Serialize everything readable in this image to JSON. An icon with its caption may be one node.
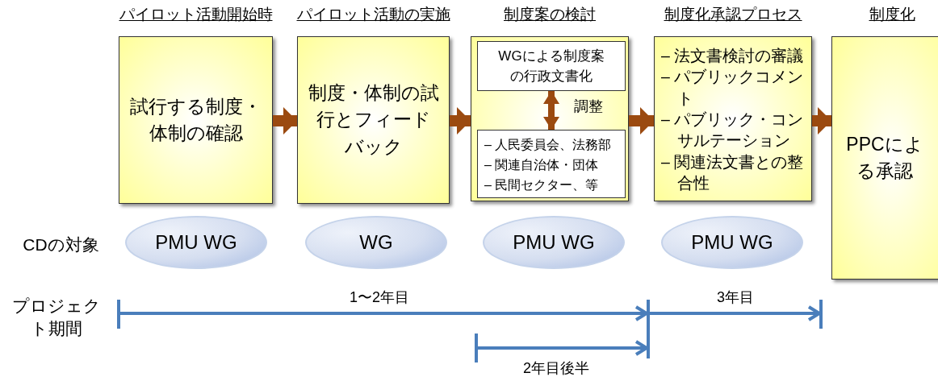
{
  "diagram": {
    "nodes": [
      {
        "text": [
          "パイロット活動開始時",
          "試行する制度・体制の確認"
        ]
      },
      {
        "text": [
          "パイロット活動の実施",
          "制度・体制の試行とフィードバック"
        ]
      },
      {
        "text": [
          "制度案の検討"
        ]
      },
      {
        "text": [
          "WGによる制度案の行政文書化"
        ],
        "in": 2
      },
      {
        "text": [
          "– 人民委員会、法務部",
          "– 関連自治体・団体",
          "– 民間セクター、等"
        ],
        "in": 2
      },
      {
        "text": [
          "制度化承認プロセス",
          "– 法文書検討の審議",
          "– パブリックコメント",
          "– パブリック・コンサルテーション",
          "– 関連法文書との整合性"
        ]
      },
      {
        "text": [
          "制度化",
          "PPCによる承認"
        ]
      },
      {
        "text": [
          "PMU WG"
        ]
      },
      {
        "text": [
          "WG"
        ]
      },
      {
        "text": [
          "PMU WG"
        ]
      },
      {
        "text": [
          "PMU WG"
        ]
      },
      {
        "text": [],
        "shape": "bar"
      },
      {
        "text": [],
        "shape": "bar"
      },
      {
        "text": [],
        "shape": "bar"
      },
      {
        "text": [],
        "shape": "bar"
      }
    ],
    "edges": [
      {
        "from": 0,
        "to": 1,
        "arrow": "to"
      },
      {
        "from": 1,
        "to": 2,
        "arrow": "to"
      },
      {
        "from": 2,
        "to": 5,
        "arrow": "to"
      },
      {
        "from": 5,
        "to": 6,
        "arrow": "to"
      },
      {
        "from": 3,
        "to": 4,
        "arrow": "both",
        "label": "調整"
      },
      {
        "from": 11,
        "to": 12,
        "arrow": "to",
        "label": "1〜2年目",
        "color": "#4a7ebb"
      },
      {
        "from": 12,
        "to": 13,
        "arrow": "to",
        "label": "3年目",
        "color": "#4a7ebb"
      },
      {
        "from": 14,
        "to": 12,
        "arrow": "to",
        "label": "2年目後半",
        "color": "#4a7ebb"
      }
    ],
    "labels": [
      "CDの対象",
      "プロジェクト期間"
    ]
  }
}
